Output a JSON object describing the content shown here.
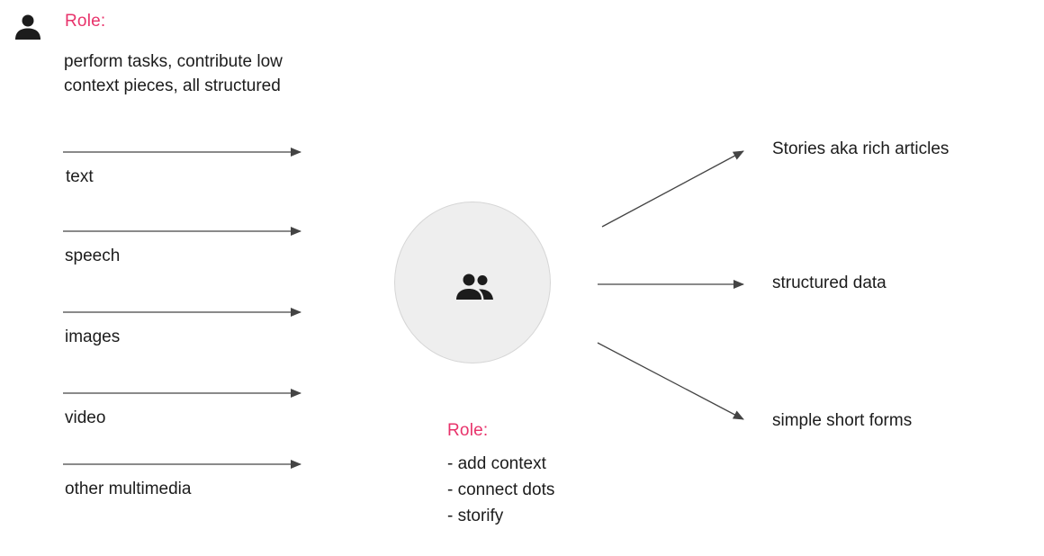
{
  "contributor": {
    "icon": "person-icon",
    "role_label": "Role:",
    "description_lines": [
      "perform tasks, contribute low",
      "context pieces, all structured"
    ]
  },
  "inputs": [
    {
      "label": "text"
    },
    {
      "label": "speech"
    },
    {
      "label": "images"
    },
    {
      "label": "video"
    },
    {
      "label": "other multimedia"
    }
  ],
  "hub": {
    "icon": "group-icon",
    "role_label": "Role:",
    "roles": [
      "- add context",
      "- connect dots",
      "- storify"
    ]
  },
  "outputs": [
    {
      "label": "Stories aka rich articles"
    },
    {
      "label": "structured data"
    },
    {
      "label": "simple short forms"
    }
  ],
  "colors": {
    "accent": "#e8336b",
    "text": "#1c1c1c",
    "arrow": "#444444",
    "hub_fill": "#eeeeee"
  }
}
